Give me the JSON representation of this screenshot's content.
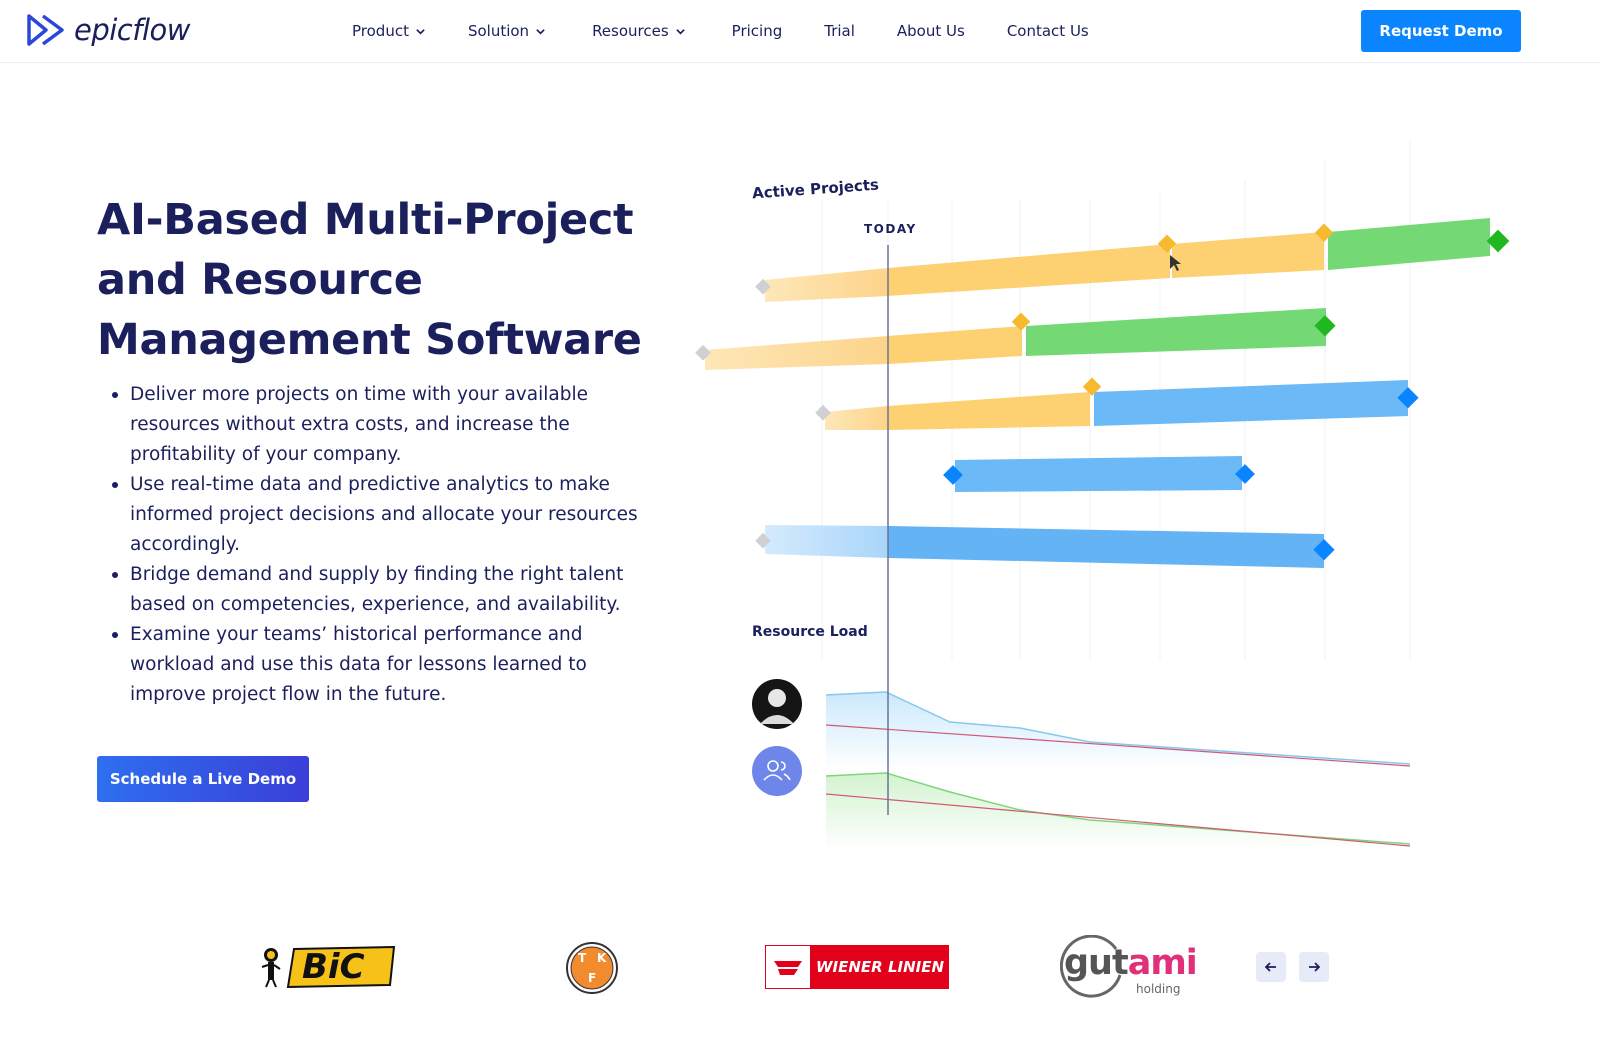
{
  "header": {
    "logo_text": "epicflow",
    "nav": [
      {
        "label": "Product",
        "dropdown": true
      },
      {
        "label": "Solution",
        "dropdown": true
      },
      {
        "label": "Resources",
        "dropdown": true
      },
      {
        "label": "Pricing",
        "dropdown": false
      },
      {
        "label": "Trial",
        "dropdown": false
      },
      {
        "label": "About Us",
        "dropdown": false
      },
      {
        "label": "Contact Us",
        "dropdown": false
      }
    ],
    "cta_label": "Request Demo"
  },
  "hero": {
    "title_lines": [
      "AI-Based Multi-Project",
      "and Resource",
      "Management Software"
    ],
    "bullets": [
      "Deliver more projects on time with your available resources without extra costs, and increase the profitability of your company.",
      "Use real-time data and predictive analytics to make informed project decisions and allocate your resources accordingly.",
      "Bridge demand and supply by finding the right talent based on competencies, experience, and availability.",
      "Examine your teams’ historical performance and workload and use this data for lessons learned to improve project flow in the future."
    ],
    "cta_label": "Schedule a Live Demo"
  },
  "illustration": {
    "active_projects_label": "Active Projects",
    "today_label": "TODAY",
    "resource_load_label": "Resource Load"
  },
  "clients": {
    "bic": "BiC",
    "tkf_letters": [
      "T",
      "K",
      "F"
    ],
    "wiener_linien": "WIENER LINIEN",
    "gutami_main": "gutami",
    "gutami_sub": "holding"
  },
  "colors": {
    "brand": "#1b1f5c",
    "cta": "#0a84ff",
    "bar_yellow": "#fbd072",
    "bar_green": "#6fd66f",
    "bar_blue": "#63b3f5"
  },
  "icons": {
    "dropdown": "chevron-down-icon",
    "prev": "arrow-left-icon",
    "next": "arrow-right-icon"
  }
}
